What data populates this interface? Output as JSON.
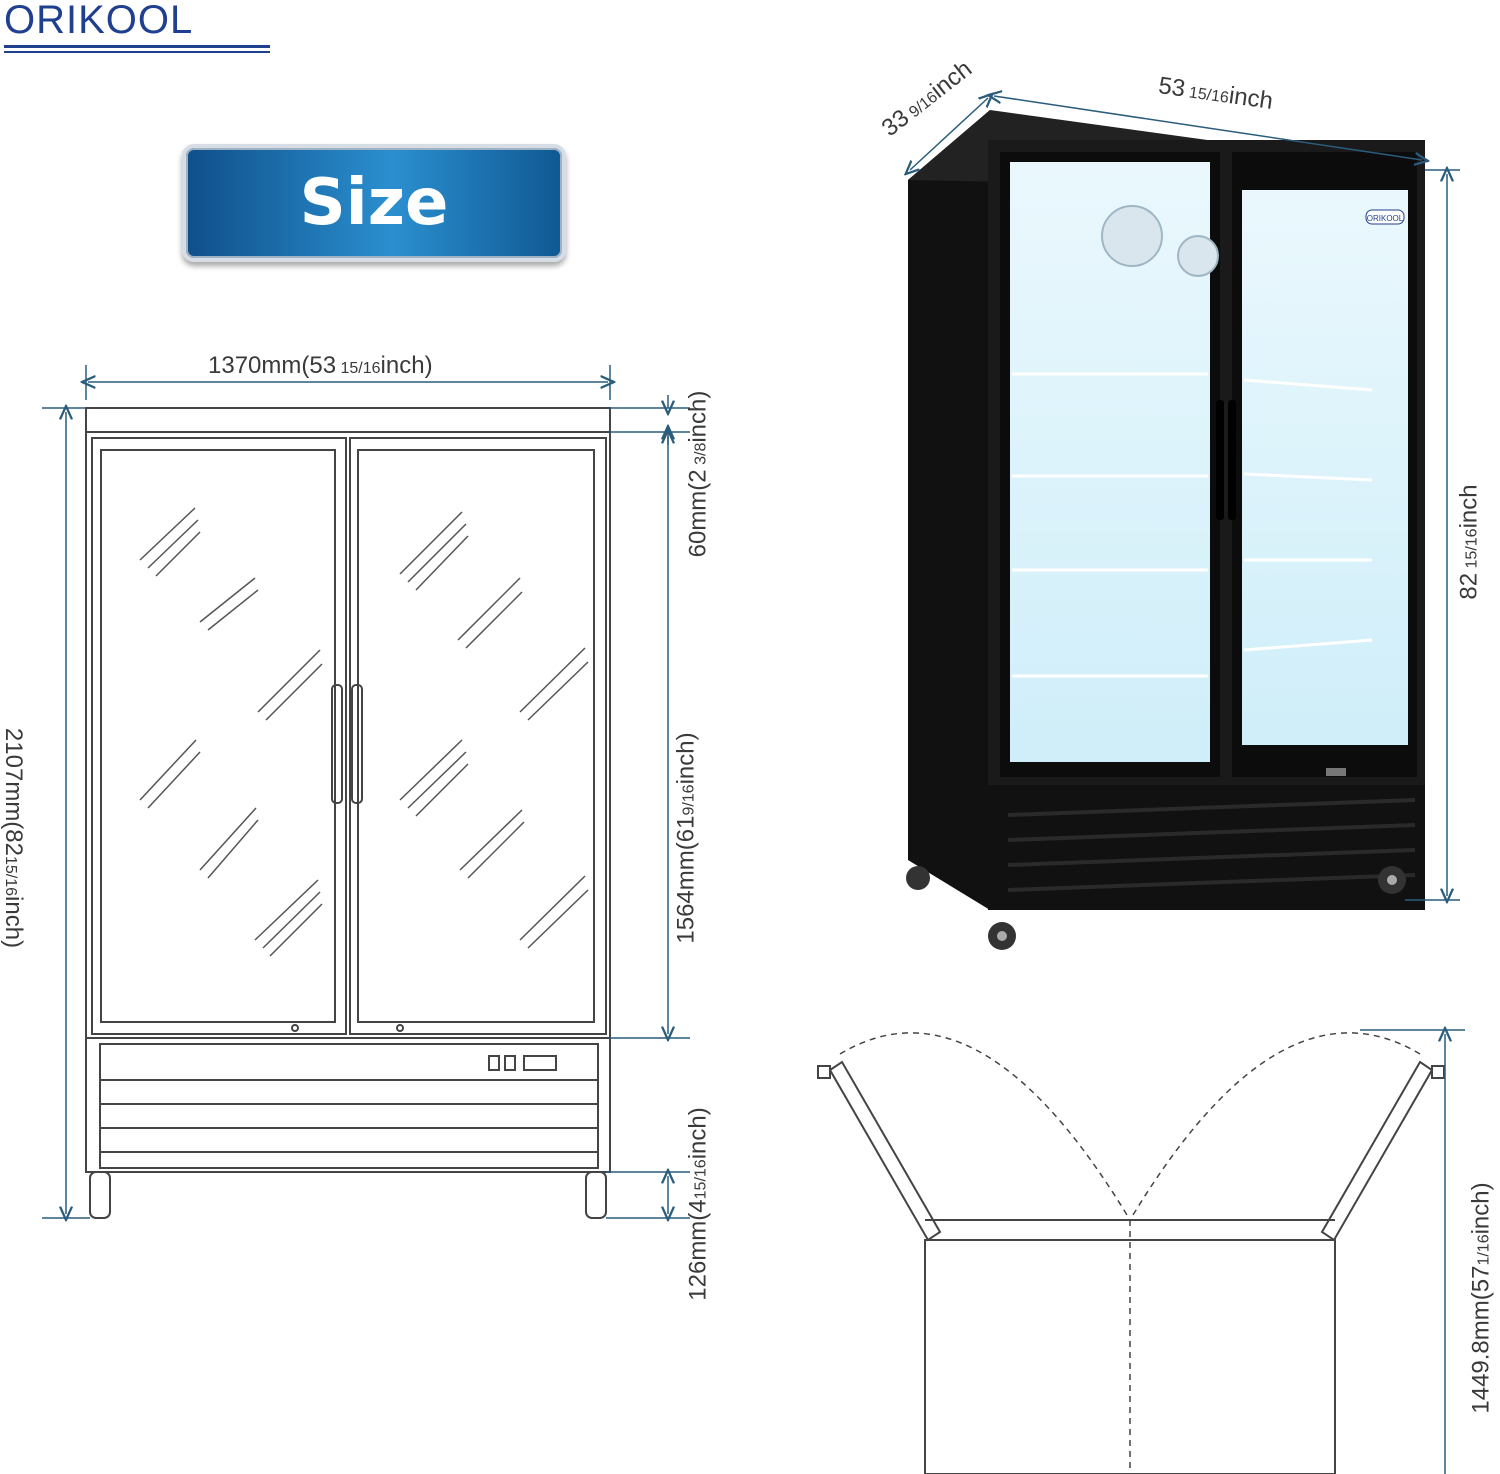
{
  "brand": {
    "name": "ORIKOOL"
  },
  "badge": {
    "label": "Size"
  },
  "front_view": {
    "width_mm": "1370mm(53",
    "width_frac": " 15/16",
    "width_unit": "inch)",
    "height_mm": "2107mm(82",
    "height_frac": "15/16",
    "height_unit": "inch)",
    "top_mm": "60mm(2",
    "top_frac": " 3/8",
    "top_unit": "inch)",
    "door_mm": "1564mm(61",
    "door_frac": "9/16",
    "door_unit": "inch)",
    "base_mm": "126mm(4",
    "base_frac": "15/16",
    "base_unit": "inch)"
  },
  "photo_view": {
    "depth": "33",
    "depth_frac": " 9/16",
    "depth_unit": "inch",
    "width": "53",
    "width_frac": " 15/16",
    "width_unit": "inch",
    "height": "82",
    "height_frac": " 15/16",
    "height_unit": "inch",
    "logo_text": "ORIKOOL"
  },
  "top_view": {
    "depth_mm": "1449.8mm(57",
    "depth_frac": "1/16",
    "depth_unit": "inch)"
  },
  "colors": {
    "brand": "#1f3f8f",
    "badge": "#1f74b5",
    "dimension_line": "#2a5d7c",
    "cabinet": "#1a1a1a",
    "glass": "#dff3fb"
  }
}
